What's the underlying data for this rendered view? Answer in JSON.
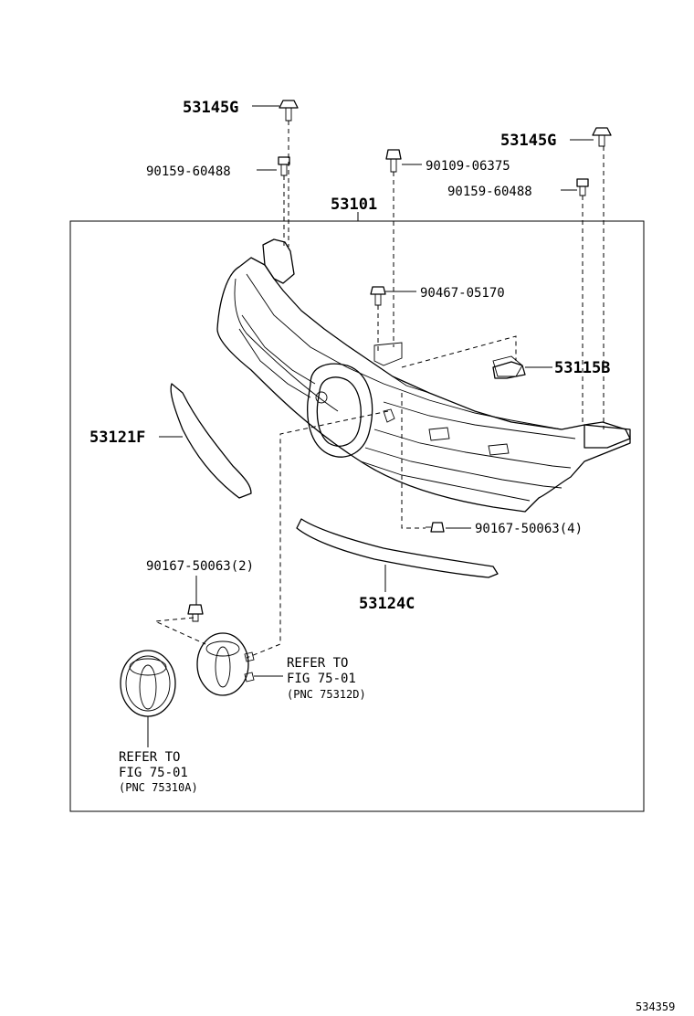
{
  "diagram": {
    "labels": {
      "p53145g_top": "53145G",
      "p53145g_right": "53145G",
      "p90159_left": "90159-60488",
      "p90109": "90109-06375",
      "p90159_right": "90159-60488",
      "p53101": "53101",
      "p90467": "90467-05170",
      "p53115b": "53115B",
      "p53121f": "53121F",
      "p90167_4": "90167-50063(4)",
      "p90167_2": "90167-50063(2)",
      "p53124c": "53124C"
    },
    "refer_right": {
      "line1": "REFER TO",
      "line2": "FIG 75-01",
      "line3": "(PNC 75312D)"
    },
    "refer_left": {
      "line1": "REFER TO",
      "line2": "FIG 75-01",
      "line3": "(PNC 75310A)"
    },
    "figure_id": "534359"
  }
}
